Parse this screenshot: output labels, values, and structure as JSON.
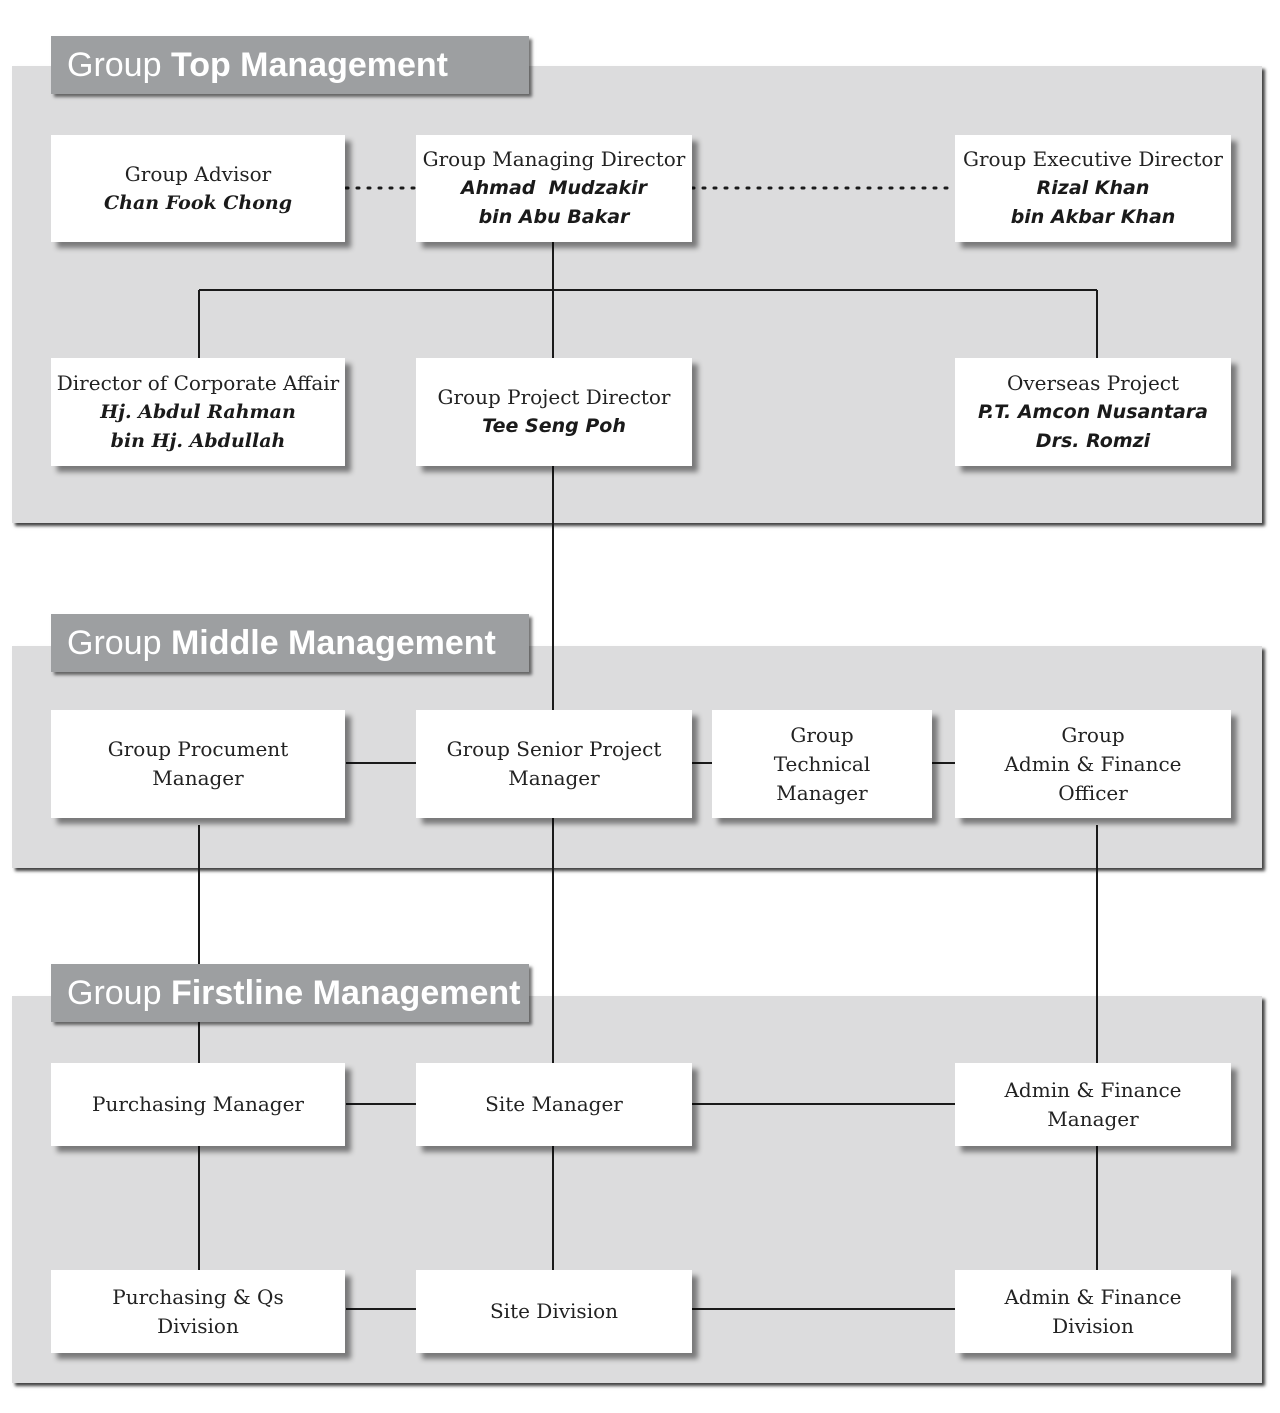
{
  "sections": {
    "top": {
      "prefix": "Group",
      "title": "Top Management"
    },
    "middle": {
      "prefix": "Group",
      "title": "Middle Management"
    },
    "firstline": {
      "prefix": "Group",
      "title": "Firstline Management"
    }
  },
  "top": {
    "advisor": {
      "role": "Group Advisor",
      "name": "Chan Fook Chong"
    },
    "managing_director": {
      "role": "Group Managing Director",
      "name_1": "Ahmad  Mudzakir",
      "name_2": "bin Abu Bakar"
    },
    "executive_director": {
      "role": "Group Executive Director",
      "name_1": "Rizal Khan",
      "name_2": "bin Akbar Khan"
    },
    "corporate_affair": {
      "role": "Director of Corporate Affair",
      "name_1": "Hj. Abdul Rahman",
      "name_2": "bin Hj. Abdullah"
    },
    "project_director": {
      "role": "Group Project Director",
      "name": "Tee Seng Poh"
    },
    "overseas": {
      "role": "Overseas Project",
      "name_1": "P.T. Amcon Nusantara",
      "name_2": "Drs. Romzi"
    }
  },
  "middle": {
    "procurement": {
      "line_1": "Group Procument",
      "line_2": "Manager"
    },
    "senior_project": {
      "line_1": "Group Senior Project",
      "line_2": "Manager"
    },
    "technical": {
      "line_1": "Group",
      "line_2": "Technical",
      "line_3": "Manager"
    },
    "admin_finance_officer": {
      "line_1": "Group",
      "line_2": "Admin & Finance",
      "line_3": "Officer"
    }
  },
  "firstline": {
    "purchasing_manager": {
      "line_1": "Purchasing Manager"
    },
    "site_manager": {
      "line_1": "Site Manager"
    },
    "admin_finance_manager": {
      "line_1": "Admin & Finance",
      "line_2": "Manager"
    },
    "purchasing_division": {
      "line_1": "Purchasing & Qs",
      "line_2": "Division"
    },
    "site_division": {
      "line_1": "Site Division"
    },
    "admin_finance_division": {
      "line_1": "Admin & Finance",
      "line_2": "Division"
    }
  }
}
